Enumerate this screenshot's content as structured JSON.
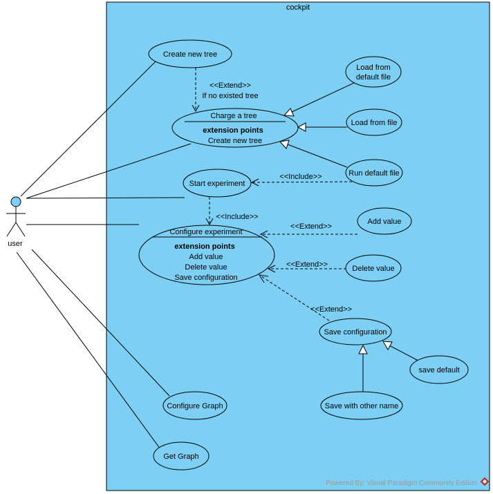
{
  "system": {
    "name": "cockpit"
  },
  "actor": {
    "name": "user"
  },
  "use_cases": {
    "create_new_tree": "Create new tree",
    "charge_a_tree": "Charge a tree",
    "charge_ext_header": "extension points",
    "charge_ext_point": "Create new tree",
    "load_default_1": "Load from",
    "load_default_2": "default file",
    "load_from_file": "Load from file",
    "run_default_file": "Run default file",
    "start_experiment": "Start experiment",
    "configure_experiment": "Configure experiment",
    "config_ext_header": "extension points",
    "config_ext_add": "Add value",
    "config_ext_delete": "Delete value",
    "config_ext_save": "Save configuration",
    "add_value": "Add value",
    "delete_value": "Delete value",
    "save_configuration": "Save configuration",
    "save_default": "save default",
    "save_other_name": "Save with other name",
    "configure_graph": "Configure Graph",
    "get_graph": "Get Graph"
  },
  "relations": {
    "extend_create": "<<Extend>>",
    "extend_condition": "If no existed tree",
    "include_run": "<<Include>>",
    "include_config": "<<Include>>",
    "extend_add": "<<Extend>>",
    "extend_delete": "<<Extend>>",
    "extend_save": "<<Extend>>"
  },
  "watermark": "Powered By: Visual Paradigm Community Edition",
  "colors": {
    "usecase_fill": "#7ecff4",
    "system_fill": "#7ecff4",
    "actor_head": "#7ecff4"
  }
}
